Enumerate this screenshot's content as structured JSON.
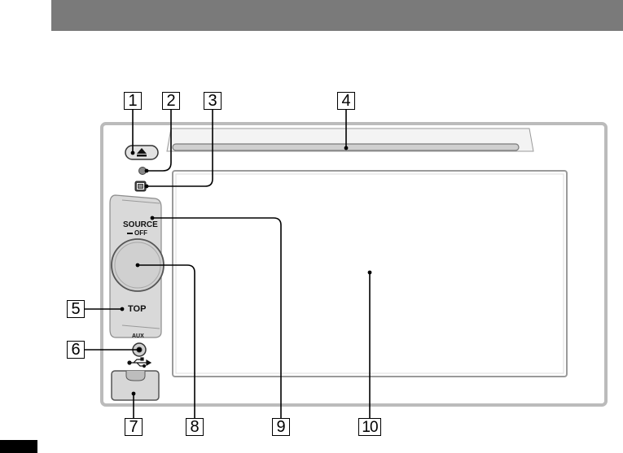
{
  "callouts": {
    "c1": "1",
    "c2": "2",
    "c3": "3",
    "c4": "4",
    "c5": "5",
    "c6": "6",
    "c7": "7",
    "c8": "8",
    "c9": "9",
    "c10": "10"
  },
  "unit_labels": {
    "source": "SOURCE",
    "off": "OFF",
    "top": "TOP",
    "aux": "AUX"
  },
  "icons": {
    "eject": "eject-icon",
    "usb": "usb-icon",
    "display_toggle": "display-toggle-icon"
  },
  "colors": {
    "header_bar": "#7a7a7a",
    "panel_outline": "#bbbbbb",
    "control_strip": "#d9d9d9"
  }
}
